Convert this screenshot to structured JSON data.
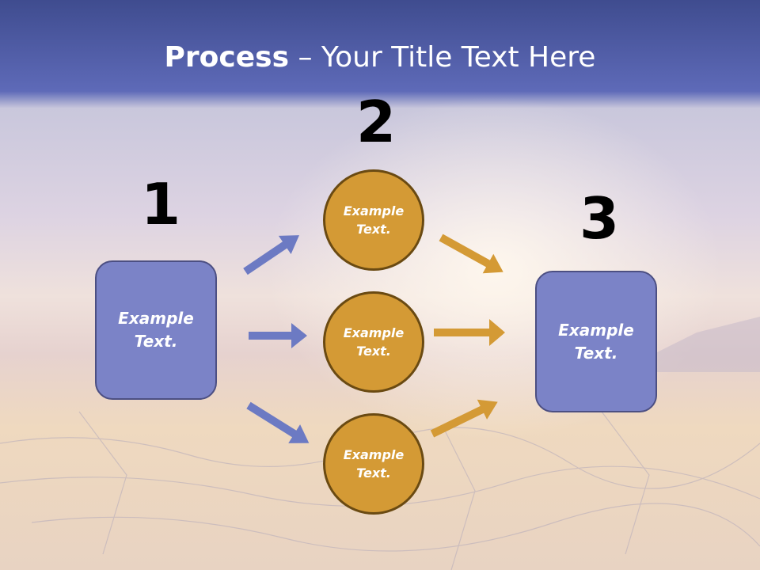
{
  "title": {
    "bold": "Process",
    "rest": " – Your Title Text Here"
  },
  "steps": {
    "one": "1",
    "two": "2",
    "three": "3"
  },
  "left_box": "Example\nText.",
  "right_box": "Example\nText.",
  "circles": [
    "Example\nText.",
    "Example\nText.",
    "Example\nText."
  ],
  "colors": {
    "box": "#7b83c7",
    "circle": "#d49a35",
    "title_band": "#5b65b3"
  }
}
